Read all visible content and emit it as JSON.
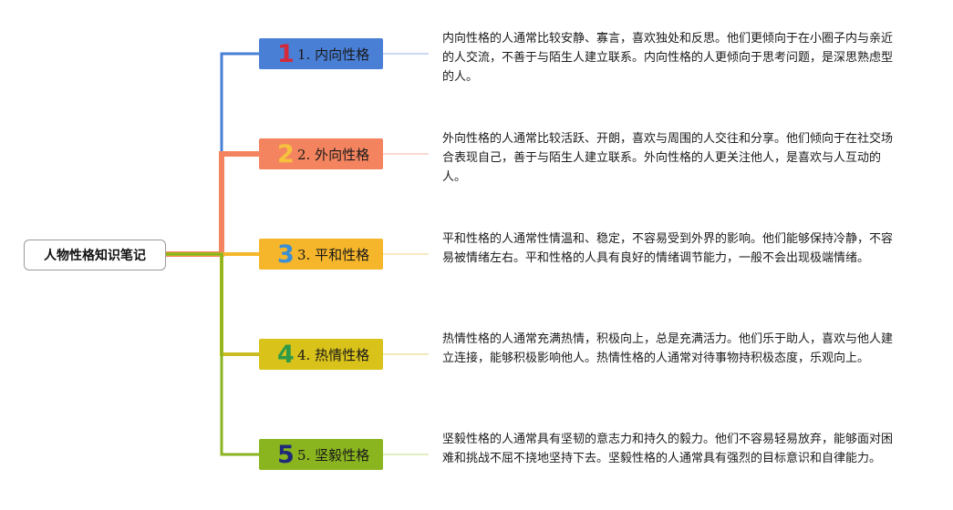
{
  "root": {
    "title": "人物性格知识笔记"
  },
  "topics": [
    {
      "number": "1",
      "label": "1. 内向性格",
      "color": "#4a7fd6",
      "badge_color": "#d42a3a",
      "line_color": "#4a7fd6",
      "description": "内向性格的人通常比较安静、寡言，喜欢独处和反思。他们更倾向于在小圈子内与亲近的人交流，不善于与陌生人建立联系。内向性格的人更倾向于思考问题，是深思熟虑型的人。"
    },
    {
      "number": "2",
      "label": "2. 外向性格",
      "color": "#f4845f",
      "badge_color": "#f6c23e",
      "line_color": "#f4845f",
      "description": "外向性格的人通常比较活跃、开朗，喜欢与周围的人交往和分享。他们倾向于在社交场合表现自己，善于与陌生人建立联系。外向性格的人更关注他人，是喜欢与人互动的人。"
    },
    {
      "number": "3",
      "label": "3. 平和性格",
      "color": "#f6b62b",
      "badge_color": "#3b8fd4",
      "line_color": "#f6b62b",
      "description": "平和性格的人通常性情温和、稳定，不容易受到外界的影响。他们能够保持冷静，不容易被情绪左右。平和性格的人具有良好的情绪调节能力，一般不会出现极端情绪。"
    },
    {
      "number": "4",
      "label": "4. 热情性格",
      "color": "#d9c21a",
      "badge_color": "#2e9a48",
      "line_color": "#c9bb22",
      "description": "热情性格的人通常充满热情，积极向上，总是充满活力。他们乐于助人，喜欢与他人建立连接，能够积极影响他人。热情性格的人通常对待事物持积极态度，乐观向上。"
    },
    {
      "number": "5",
      "label": "5. 坚毅性格",
      "color": "#8ab51f",
      "badge_color": "#1e2a78",
      "line_color": "#8ab51f",
      "description": "坚毅性格的人通常具有坚韧的意志力和持久的毅力。他们不容易轻易放弃，能够面对困难和挑战不屈不挠地坚持下去。坚毅性格的人通常具有强烈的目标意识和自律能力。"
    }
  ]
}
